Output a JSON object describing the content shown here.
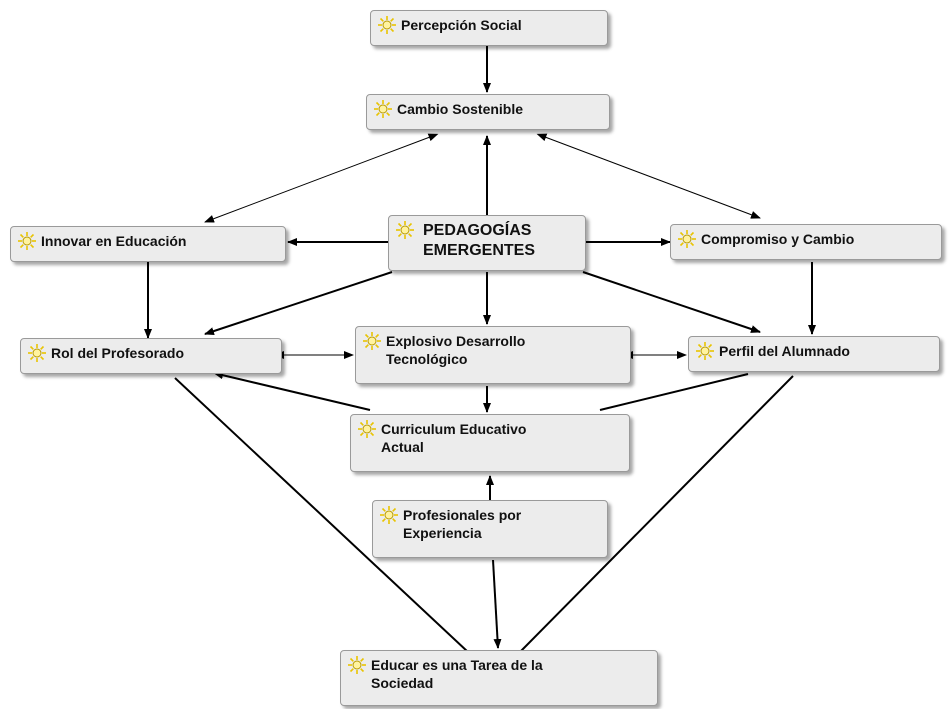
{
  "nodes": {
    "percepcion": {
      "lines": [
        "Percepción Social"
      ]
    },
    "cambio_sostenible": {
      "lines": [
        "Cambio Sostenible"
      ]
    },
    "pedagogias": {
      "lines": [
        "PEDAGOGÍAS",
        "EMERGENTES"
      ]
    },
    "innovar": {
      "lines": [
        "Innovar en Educación"
      ]
    },
    "compromiso": {
      "lines": [
        "Compromiso y Cambio"
      ]
    },
    "rol": {
      "lines": [
        "Rol del Profesorado"
      ]
    },
    "explosivo": {
      "lines": [
        "Explosivo Desarrollo",
        "Tecnológico"
      ]
    },
    "perfil": {
      "lines": [
        "Perfil del Alumnado"
      ]
    },
    "curriculum": {
      "lines": [
        "Curriculum Educativo",
        "Actual"
      ]
    },
    "profesionales": {
      "lines": [
        "Profesionales por",
        "Experiencia"
      ]
    },
    "educar": {
      "lines": [
        "Educar es una Tarea de la",
        "Sociedad"
      ]
    }
  },
  "colors": {
    "node_fill": "#ececec",
    "node_border": "#9a9a9a",
    "edge": "#000000",
    "icon": "#e9c400"
  },
  "icon_name": "sun-icon"
}
